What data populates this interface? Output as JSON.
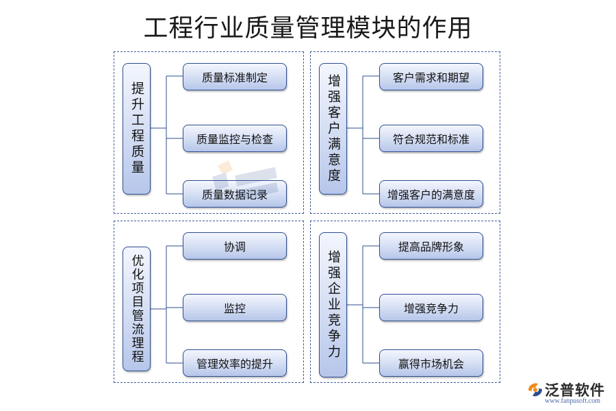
{
  "title": "工程行业质量管理模块的作用",
  "groups": [
    {
      "main": "提升工程质量",
      "items": [
        "质量标准制定",
        "质量监控与检查",
        "质量数据记录"
      ]
    },
    {
      "main": "增强客户满意度",
      "items": [
        "客户需求和期望",
        "符合规范和标准",
        "增强客户的满意度"
      ]
    },
    {
      "main": "优化项目管流理程",
      "items": [
        "协调",
        "监控",
        "管理效率的提升"
      ]
    },
    {
      "main": "增强企业竞争力",
      "items": [
        "提高品牌形象",
        "增强竞争力",
        "赢得市场机会"
      ]
    }
  ],
  "logo": {
    "name": "泛普软件",
    "url": "www.fanpusoft.com",
    "icon": "fanpu-logo-icon"
  },
  "watermark_icon": "fanpu-logo-icon",
  "colors": {
    "box_border": "#2d4d8e",
    "box_fill": "#c9d5f0",
    "panel_border": "#3a5a9a",
    "logo_orange": "#f08a1c"
  }
}
